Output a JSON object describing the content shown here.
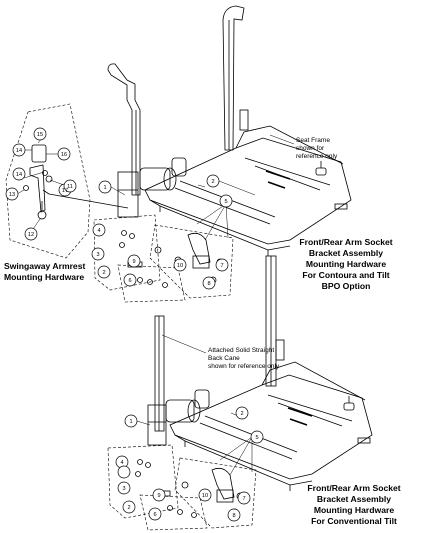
{
  "callouts": {
    "seat_frame": [
      "Seat Frame",
      "shown for",
      "reference only"
    ],
    "back_cane": [
      "Attached Solid Straight",
      "Back Cane",
      "shown for reference only"
    ]
  },
  "headings": {
    "swingaway": [
      "Swingaway Armrest",
      "Mounting Hardware"
    ],
    "contoura": [
      "Front/Rear Arm Socket",
      "Bracket Assembly",
      "Mounting Hardware",
      "For Contoura and Tilt",
      "BPO Option"
    ],
    "conventional": [
      "Front/Rear Arm Socket",
      "Bracket Assembly",
      "Mounting Hardware",
      "For Conventional Tilt"
    ]
  },
  "part_numbers": {
    "top_assembly": [
      "1",
      "2",
      "3",
      "4",
      "5",
      "6",
      "7",
      "8",
      "9",
      "10"
    ],
    "swingaway": [
      "11",
      "12",
      "13",
      "14",
      "15",
      "16",
      "14",
      "17"
    ],
    "bottom_assembly": [
      "1",
      "2",
      "3",
      "4",
      "5",
      "6",
      "7",
      "8",
      "9",
      "10"
    ]
  },
  "extra_number": "2"
}
